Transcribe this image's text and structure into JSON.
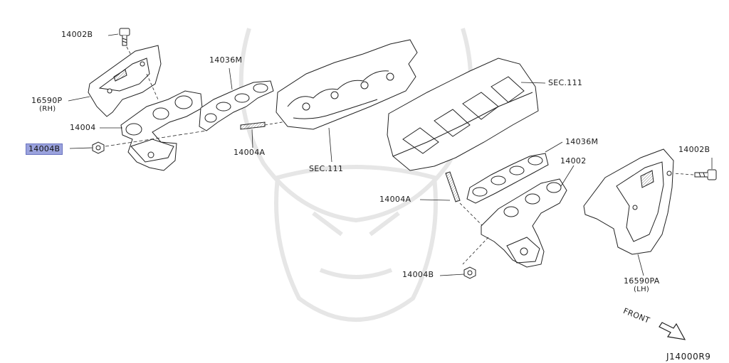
{
  "diagram": {
    "part_labels": {
      "bolt_rh": "14002B",
      "heat_shield_rh": "16590P",
      "heat_shield_rh_side": "(RH)",
      "gasket_rh": "14036M",
      "manifold_rh": "14004",
      "nut_rh_selected": "14004B",
      "stud_rh": "14004A",
      "sec_rh": "SEC.111",
      "sec_lh": "SEC.111",
      "gasket_lh": "14036M",
      "manifold_lh": "14002",
      "stud_lh": "14004A",
      "nut_lh": "14004B",
      "bolt_lh": "14002B",
      "heat_shield_lh": "16590PA",
      "heat_shield_lh_side": "(LH)",
      "front": "FRONT"
    },
    "diagram_code": "J14000R9",
    "highlight_color": "#9aa2dd"
  }
}
